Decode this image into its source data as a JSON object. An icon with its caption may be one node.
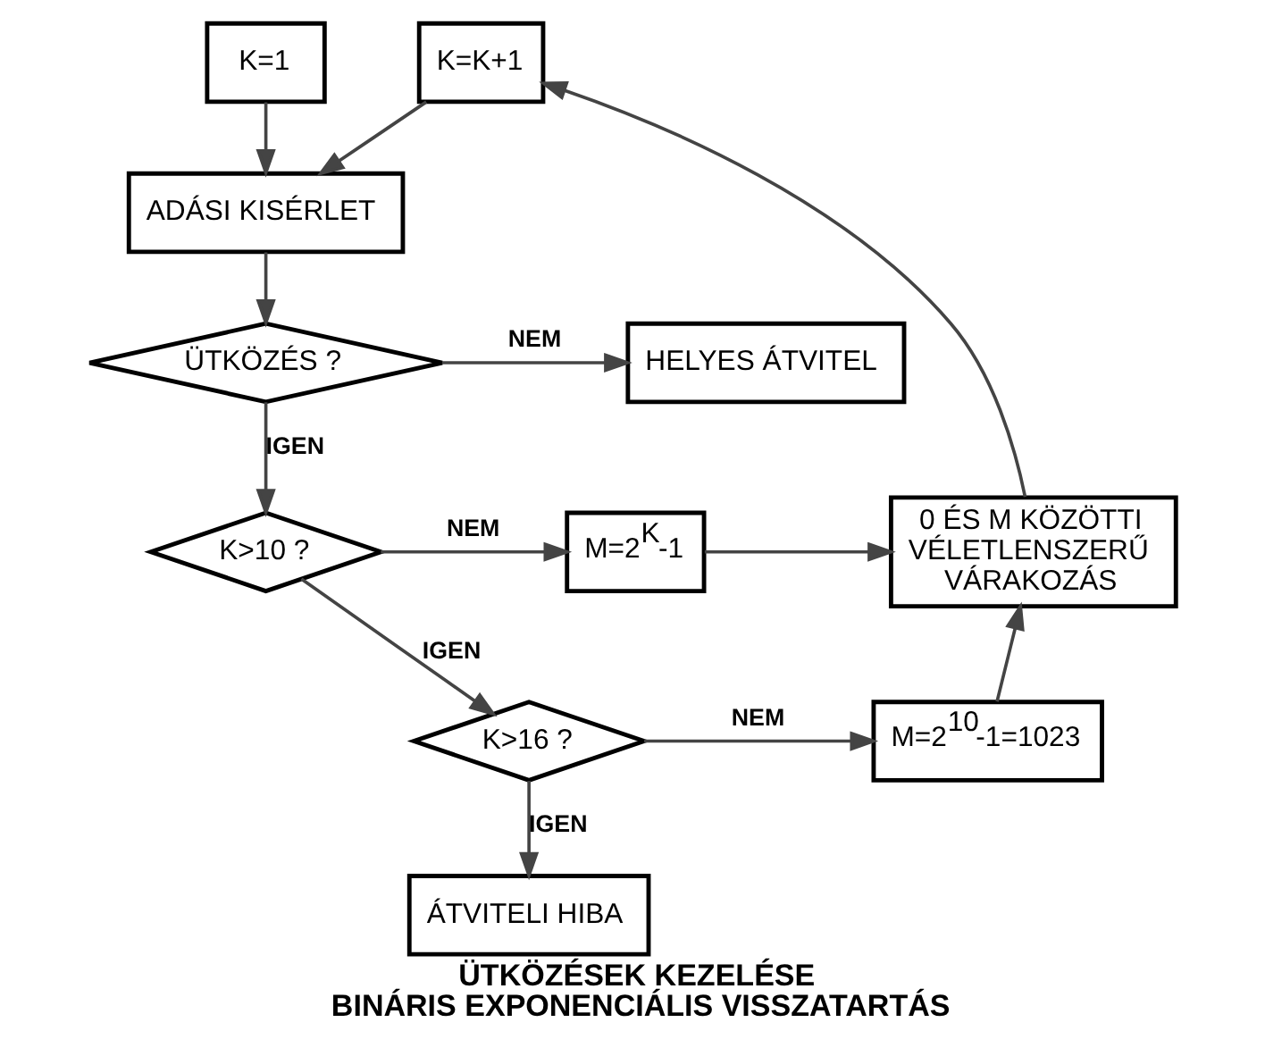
{
  "diagram": {
    "title": "ÜTKÖZÉSEK KEZELÉSE",
    "caption": "BINÁRIS EXPONENCIÁLIS VISSZATARTÁS",
    "nodes": [
      {
        "text": [
          "K=1"
        ]
      },
      {
        "text": [
          "ADÁSI KISÉRLET"
        ]
      },
      {
        "text": [
          "ÜTKÖZÉS ?"
        ]
      },
      {
        "text": [
          "HELYES ÁTVITEL"
        ]
      },
      {
        "text": [
          "K>10 ?"
        ]
      },
      {
        "text": [
          "M=2$^{K}$-1"
        ]
      },
      {
        "text": [
          "0 ÉS M KÖZÖTTI VÉLETLENSZERŰ VÁRAKOZÁS"
        ]
      },
      {
        "text": [
          "K>16 ?"
        ]
      },
      {
        "text": [
          "M=2$^{10}$-1=1023"
        ]
      },
      {
        "text": [
          "ÁTVITELI HIBA"
        ]
      },
      {
        "text": [
          "K=K+1"
        ]
      }
    ],
    "edges": [
      {
        "from": 0,
        "to": 1,
        "arrow": "to"
      },
      {
        "from": 1,
        "to": 2,
        "arrow": "to"
      },
      {
        "from": 2,
        "to": 3,
        "arrow": "to",
        "label": "NEM"
      },
      {
        "from": 2,
        "to": 4,
        "arrow": "to",
        "label": "IGEN"
      },
      {
        "from": 4,
        "to": 5,
        "arrow": "to",
        "label": "NEM"
      },
      {
        "from": 4,
        "to": 7,
        "arrow": "to",
        "label": "IGEN"
      },
      {
        "from": 7,
        "to": 8,
        "arrow": "to",
        "label": "NEM"
      },
      {
        "from": 7,
        "to": 9,
        "arrow": "to",
        "label": "IGEN"
      },
      {
        "from": 5,
        "to": 6,
        "arrow": "to"
      },
      {
        "from": 8,
        "to": 6,
        "arrow": "to"
      },
      {
        "from": 6,
        "to": 10,
        "arrow": "to"
      },
      {
        "from": 10,
        "to": 1,
        "arrow": "to"
      }
    ]
  }
}
